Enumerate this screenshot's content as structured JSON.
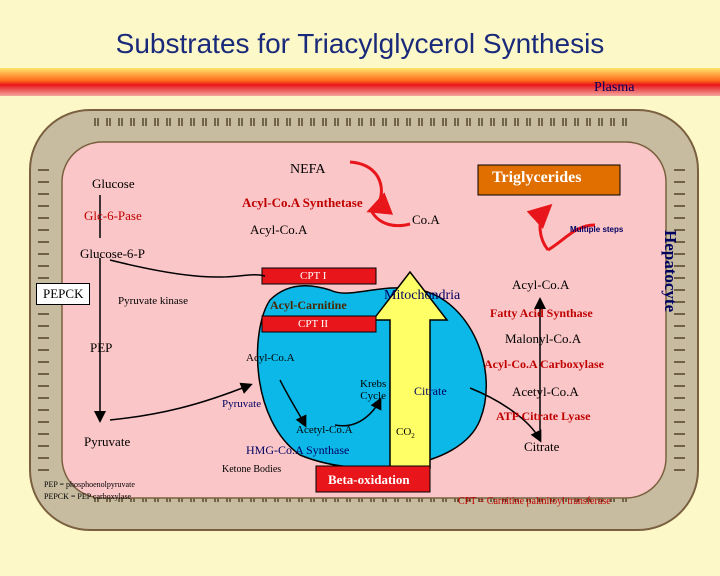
{
  "title": "Substrates for Triacylglycerol Synthesis",
  "plasma": "Plasma",
  "hepatocyte": "Hepatocyte",
  "mitochondria": "Mitochondria",
  "labels": {
    "nefa": "NEFA",
    "triglycerides": "Triglycerides",
    "glucose": "Glucose",
    "acyl_coa_synthetase": "Acyl-Co.A Synthetase",
    "glc6p": "Glc-6-Pase",
    "acyl_coa_1": "Acyl-Co.A",
    "coa": "Co.A",
    "multiple_steps": "Multiple steps",
    "glucose6p": "Glucose-6-P",
    "cpt1": "CPT I",
    "pepck": "PEPCK",
    "pyruvate_kinase": "Pyruvate kinase",
    "acyl_carnitine": "Acyl-Carnitine",
    "acyl_coa_right": "Acyl-Co.A",
    "fatty_acid_synthase": "Fatty Acid Synthase",
    "cpt2": "CPT II",
    "pep": "PEP",
    "malonyl_coa": "Malonyl-Co.A",
    "acyl_coa_mito": "Acyl-Co.A",
    "acyl_coa_carboxylase": "Acyl-Co.A Carboxylase",
    "krebs_cycle": "Krebs\nCycle",
    "citrate_mito": "Citrate",
    "acetyl_coa_right": "Acetyl-Co.A",
    "pyruvate_mito": "Pyruvate",
    "atp_citrate_lyase": "ATP Citrate Lyase",
    "acetyl_coa_mito": "Acetyl-Co.A",
    "co2": "CO",
    "co2_sub": "2",
    "pyruvate": "Pyruvate",
    "hmg_coa_synthase": "HMG-Co.A Synthase",
    "citrate_right": "Citrate",
    "ketone_bodies": "Ketone Bodies",
    "beta_oxidation": "Beta-oxidation",
    "pep_def": "PEP = phosphoenolpyruvate",
    "pepck_def": "PEPCK = PEP carboxylase",
    "cpt_def": "CPT = Carnitine palmitoyl transferase"
  },
  "colors": {
    "cytoplasm": "#fbc6c8",
    "mitochondria": "#0bb8e8",
    "beta_arrow": "#ffff66",
    "membrane": "#c8bca0",
    "title": "#1a2a7a",
    "band": "#e8161b"
  }
}
